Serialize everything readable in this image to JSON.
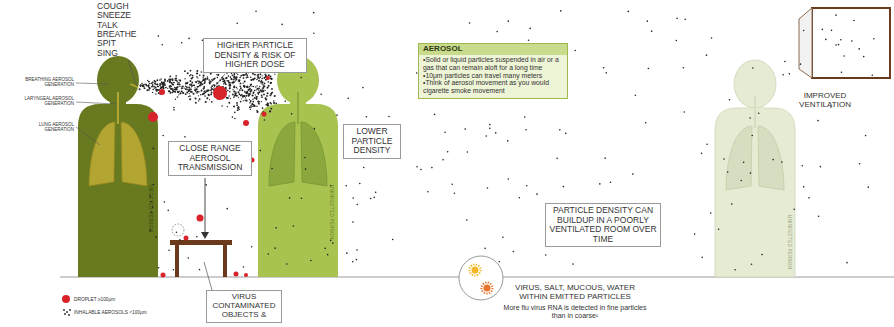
{
  "diagram": {
    "nodes": [
      {
        "text": [
          "HIGHER PARTICLE DENSITY & RISK OF HIGHER DOSE"
        ]
      },
      {
        "text": [
          "AEROSOL",
          "•Solid or liquid particles suspended in air or a gas that can remain aloft for a long time",
          "•10μm particles can travel many meters",
          "•Think of aerosol movement as you would cigarette smoke movement"
        ]
      },
      {
        "text": [
          "CLOSE RANGE AEROSOL TRANSMISSION"
        ]
      },
      {
        "text": [
          "LOWER PARTICLE DENSITY"
        ]
      },
      {
        "text": [
          "PARTICLE DENSITY CAN BUILDUP IN A POORLY VENTILATED ROOM OVER TIME"
        ]
      },
      {
        "text": [
          "VIRUS CONTAMINATED OBJECTS &"
        ]
      }
    ],
    "labels": [
      "COUGH SNEEZE TALK BREATHE SPIT SING",
      "BREATHING AEROSOL GENERATION",
      "LARYNGEAL AEROSOL GENERATION",
      "LUNG AEROSOL GENERATION",
      "INFECTED PERSON",
      "UNINFECTED PERSON",
      "UNINFECTED PERSON",
      "IMPROVED VENTILATION",
      "VIRUS, SALT, MUCOUS, WATER WITHIN EMITTED PARTICLES",
      "More flu virus RNA is detected in fine particles than in coarse¹"
    ],
    "legend": [
      {
        "text": "DROPLET ≥100μm",
        "color": "#d8232a"
      },
      {
        "text": "INHALABLE AEROSOLS <100μm"
      }
    ]
  }
}
